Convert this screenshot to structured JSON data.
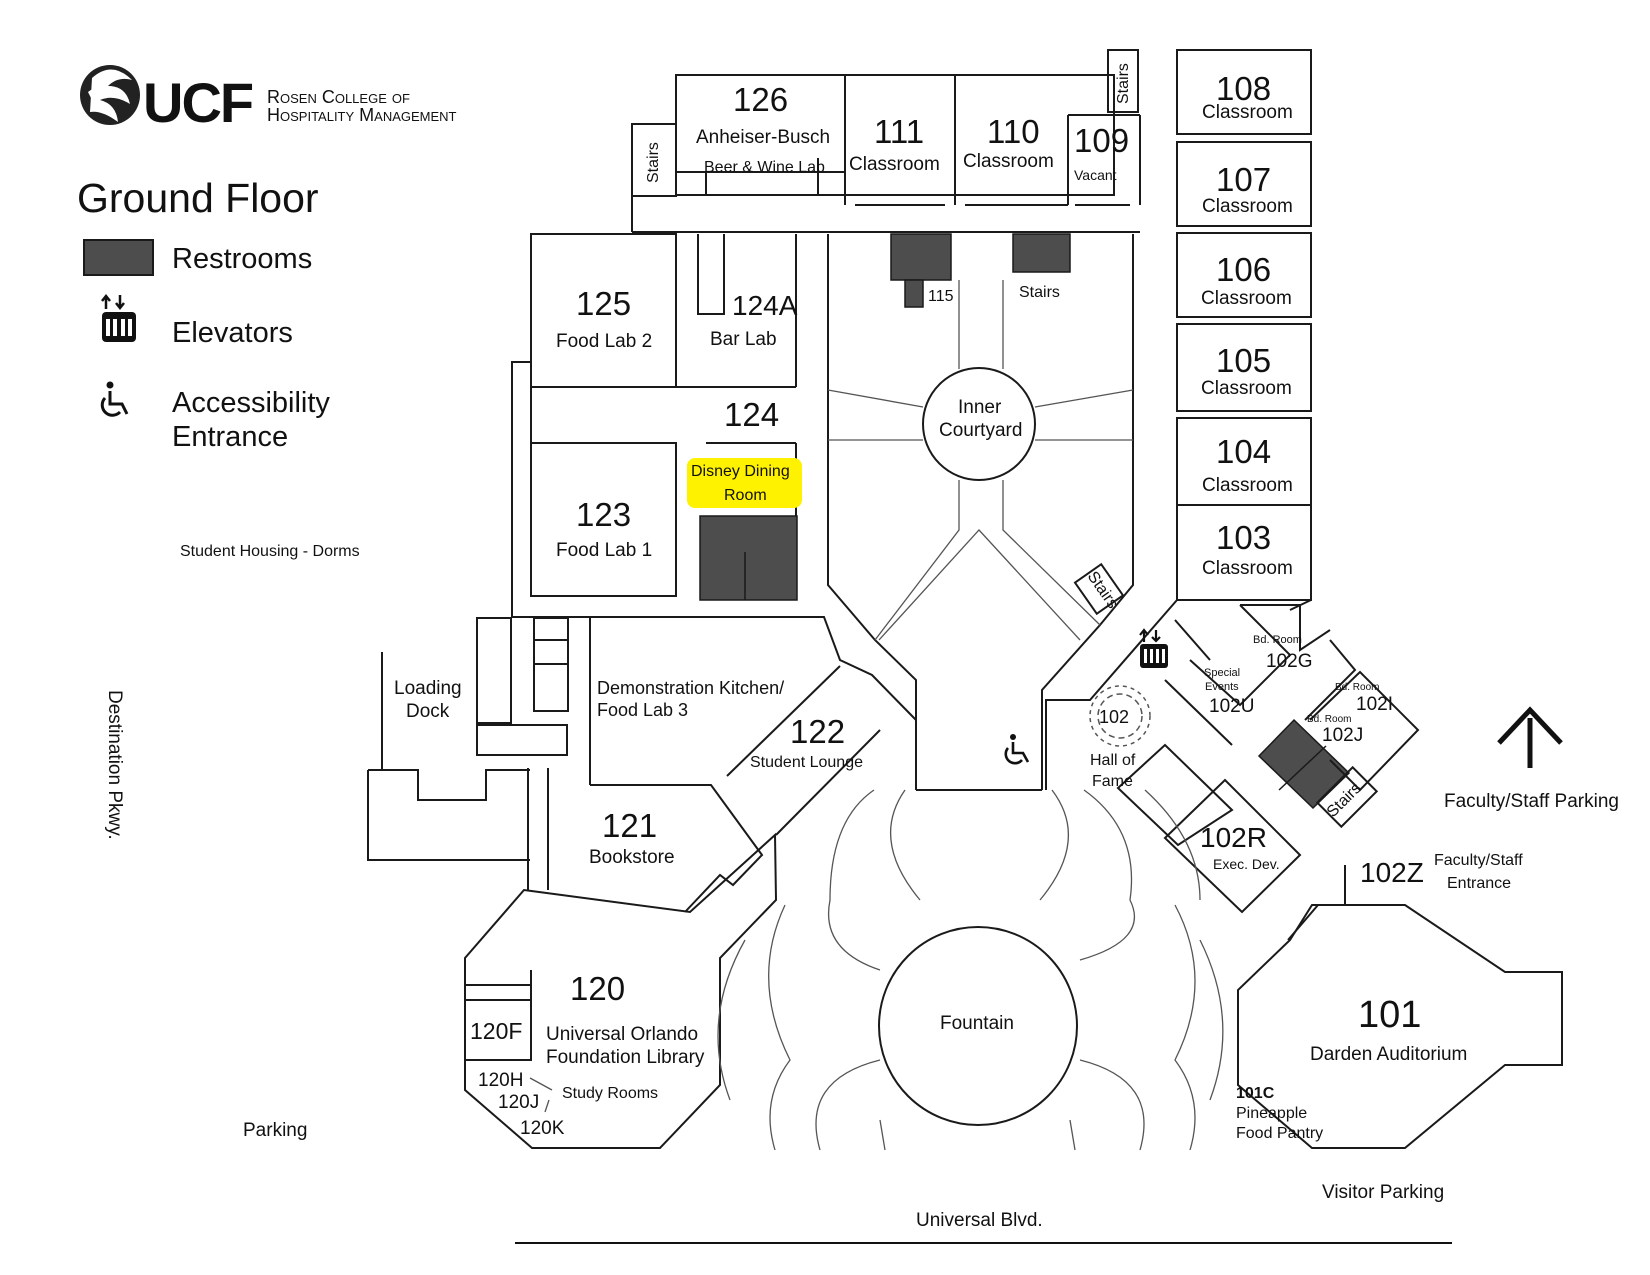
{
  "header": {
    "logo_text": "UCF",
    "college_line1": "Rosen College of",
    "college_line2": "Hospitality Management",
    "floor_title": "Ground Floor"
  },
  "legend": {
    "restrooms": "Restrooms",
    "elevators": "Elevators",
    "access_line1": "Accessibility",
    "access_line2": "Entrance"
  },
  "colors": {
    "restroom_fill": "#4d4d4d",
    "highlight": "#fff200",
    "wall": "#1a1a1a"
  },
  "icons": [
    "restroom-swatch",
    "elevator-icon",
    "wheelchair-icon",
    "north-arrow-icon"
  ],
  "rooms": {
    "r126": {
      "number": "126",
      "line1": "Anheiser-Busch",
      "line2": "Beer & Wine Lab"
    },
    "r111": {
      "number": "111",
      "label": "Classroom"
    },
    "r110": {
      "number": "110",
      "label": "Classroom"
    },
    "r109": {
      "number": "109",
      "label": "Vacant"
    },
    "r108": {
      "number": "108",
      "label": "Classroom"
    },
    "r107": {
      "number": "107",
      "label": "Classroom"
    },
    "r106": {
      "number": "106",
      "label": "Classroom"
    },
    "r105": {
      "number": "105",
      "label": "Classroom"
    },
    "r104": {
      "number": "104",
      "label": "Classroom"
    },
    "r103": {
      "number": "103",
      "label": "Classroom"
    },
    "r125": {
      "number": "125",
      "label": "Food Lab 2"
    },
    "r124a": {
      "number": "124A",
      "label": "Bar Lab"
    },
    "r124": {
      "number": "124",
      "line1": "Disney Dining",
      "line2": "Room"
    },
    "r123": {
      "number": "123",
      "label": "Food Lab 1"
    },
    "r115": {
      "number": "115"
    },
    "courtyard": {
      "line1": "Inner",
      "line2": "Courtyard"
    },
    "loading": {
      "line1": "Loading",
      "line2": "Dock"
    },
    "r122": {
      "number": "122",
      "line1": "Demonstration Kitchen/",
      "line2": "Food Lab 3",
      "label": "Student Lounge"
    },
    "r121": {
      "number": "121",
      "label": "Bookstore"
    },
    "r120": {
      "number": "120",
      "line1": "Universal Orlando",
      "line2": "Foundation Library"
    },
    "r120f": {
      "number": "120F"
    },
    "study": {
      "r120h": "120H",
      "r120j": "120J",
      "r120k": "120K",
      "label": "Study Rooms"
    },
    "r102": {
      "number": "102",
      "line1": "Hall of",
      "line2": "Fame"
    },
    "r102u": {
      "number": "102U",
      "line1": "Special",
      "line2": "Events"
    },
    "r102g": {
      "number": "102G",
      "label": "Bd. Room"
    },
    "r102i": {
      "number": "102I",
      "label": "Bd. Room"
    },
    "r102j": {
      "number": "102J",
      "label": "Bd. Room"
    },
    "r102r": {
      "number": "102R",
      "label": "Exec. Dev."
    },
    "r102z": {
      "number": "102Z",
      "line1": "Faculty/Staff",
      "line2": "Entrance"
    },
    "r101": {
      "number": "101",
      "label": "Darden Auditorium"
    },
    "r101c": {
      "number": "101C",
      "line1": "Pineapple",
      "line2": "Food Pantry"
    },
    "fountain": {
      "label": "Fountain"
    },
    "stairs": "Stairs"
  },
  "surroundings": {
    "dorms": "Student Housing - Dorms",
    "destination": "Destination Pkwy.",
    "parking": "Parking",
    "faculty_parking": "Faculty/Staff Parking",
    "visitor_parking": "Visitor Parking",
    "universal_blvd": "Universal Blvd."
  }
}
